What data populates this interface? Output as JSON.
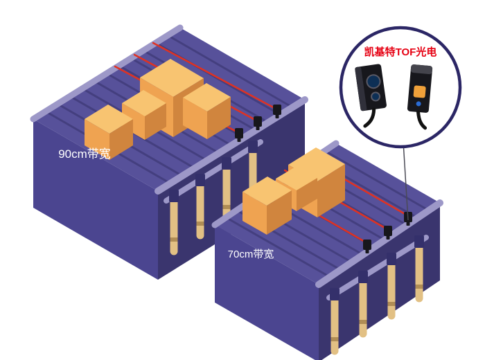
{
  "scene": {
    "belt1": {
      "label": "90cm带宽"
    },
    "belt2": {
      "label": "70cm带宽"
    },
    "callout": {
      "title": "凯基特TOF光电"
    },
    "colors": {
      "background": "#ffffff",
      "belt_top": "#57519a",
      "belt_front": "#4b4590",
      "belt_side": "#3a356e",
      "rail": "#9d98c8",
      "box_top": "#f8c471",
      "box_front": "#efa351",
      "box_side": "#d0853e",
      "laser_red": "#e03222",
      "leg_tan": "#e2c084",
      "callout_border": "#2b2665",
      "callout_title": "#e60012",
      "sensor_body": "#17171c"
    }
  }
}
